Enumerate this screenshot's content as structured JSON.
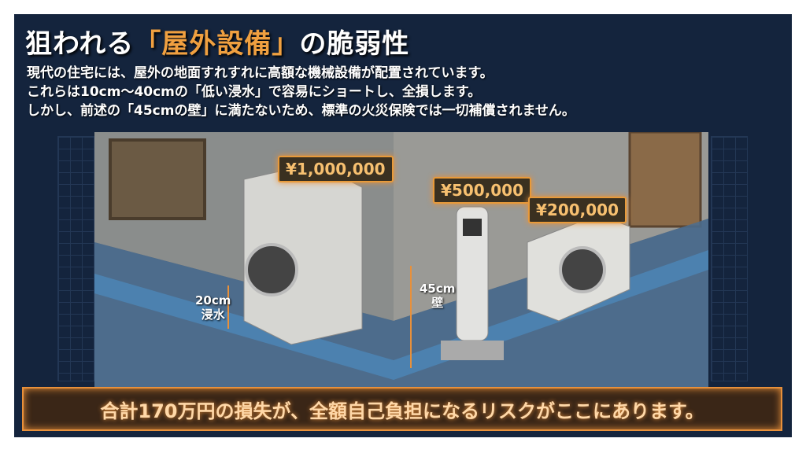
{
  "title": {
    "pre": "狙われる",
    "highlight": "「屋外設備」",
    "post": "の脆弱性"
  },
  "body": [
    "現代の住宅には、屋外の地面すれすれに高額な機械設備が配置されています。",
    "これらは10cm〜40cmの「低い浸水」で容易にショートし、全損します。",
    "しかし、前述の「45cmの壁」に満たないため、標準の火災保険では一切補償されません。"
  ],
  "illustration": {
    "prices": [
      "¥1,000,000",
      "¥500,000",
      "¥200,000"
    ],
    "flood": {
      "value": "20cm",
      "label": "浸水"
    },
    "wall": {
      "value": "45cm",
      "label": "壁"
    }
  },
  "banner": "合計170万円の損失が、全額自己負担になるリスクがここにあります。",
  "colors": {
    "background": "#14243d",
    "accent": "#e8903a",
    "water": "#4aa8f0"
  }
}
